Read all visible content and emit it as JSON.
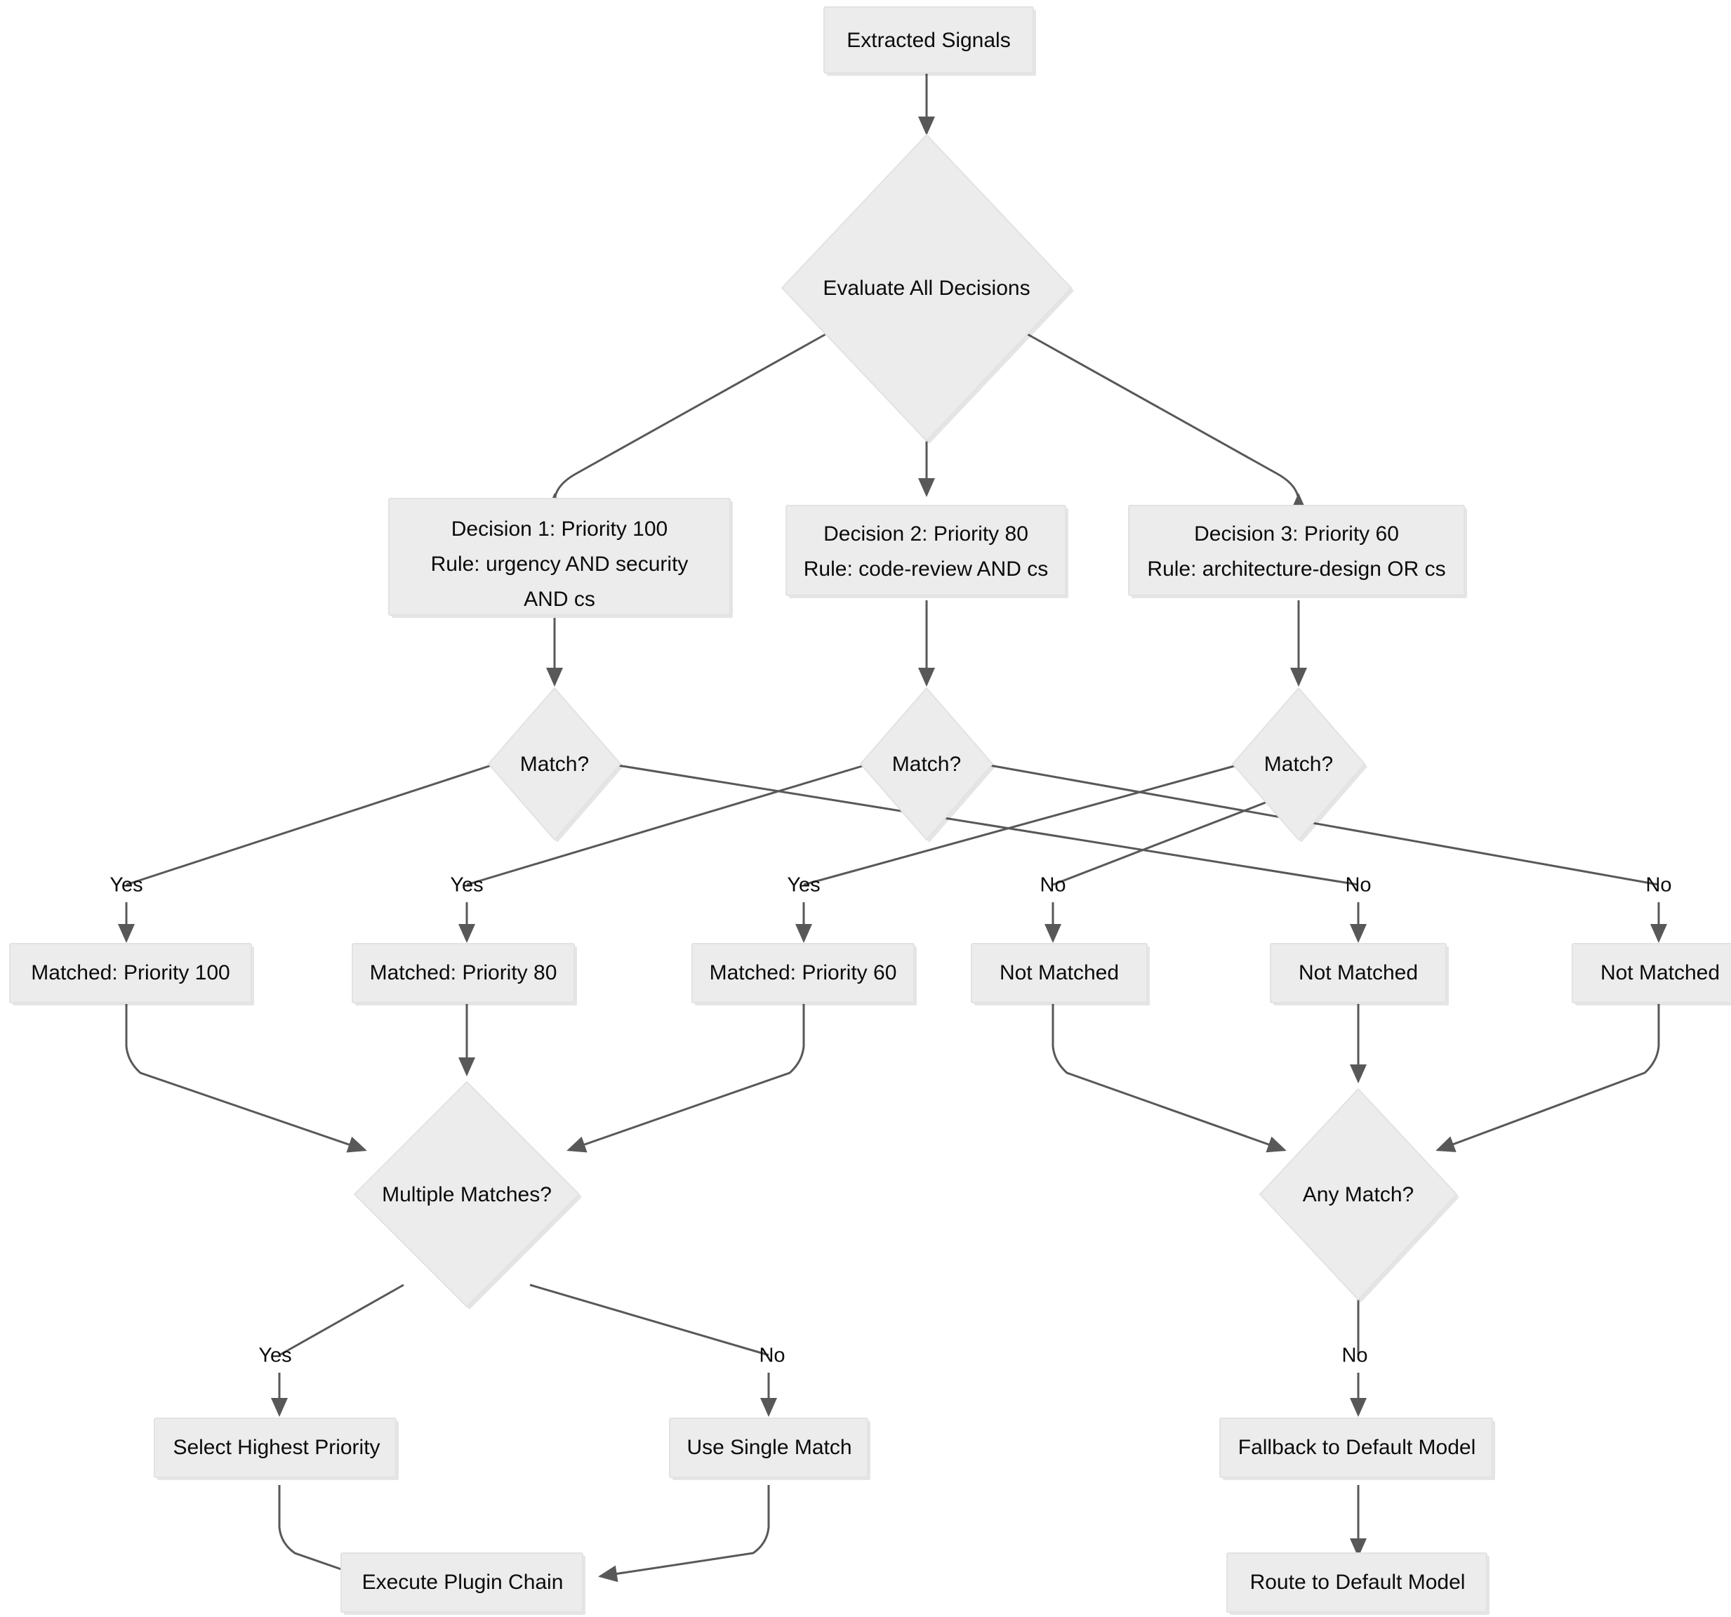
{
  "diagram": {
    "title": "Decision Evaluation and Routing Flowchart",
    "background_color": "#ffffff",
    "node_fill": "#ececec",
    "node_stroke": "#e2e2e2",
    "edge_color": "#585858",
    "text_color": "#0b0b0b"
  },
  "nodes": {
    "extracted_signals": {
      "label": "Extracted Signals",
      "shape": "rect"
    },
    "evaluate_all": {
      "label": "Evaluate All Decisions",
      "shape": "diamond"
    },
    "decision1_line1": {
      "label": "Decision 1: Priority 100"
    },
    "decision1_line2": {
      "label": "Rule: urgency AND security"
    },
    "decision1_line3": {
      "label": "AND cs"
    },
    "decision2_line1": {
      "label": "Decision 2: Priority 80"
    },
    "decision2_line2": {
      "label": "Rule: code-review AND cs"
    },
    "decision3_line1": {
      "label": "Decision 3: Priority 60"
    },
    "decision3_line2": {
      "label": "Rule: architecture-design OR cs"
    },
    "match1": {
      "label": "Match?",
      "shape": "diamond"
    },
    "match2": {
      "label": "Match?",
      "shape": "diamond"
    },
    "match3": {
      "label": "Match?",
      "shape": "diamond"
    },
    "matched100": {
      "label": "Matched: Priority 100",
      "shape": "rect"
    },
    "matched80": {
      "label": "Matched: Priority 80",
      "shape": "rect"
    },
    "matched60": {
      "label": "Matched: Priority 60",
      "shape": "rect"
    },
    "notmatched1": {
      "label": "Not Matched",
      "shape": "rect"
    },
    "notmatched2": {
      "label": "Not Matched",
      "shape": "rect"
    },
    "notmatched3": {
      "label": "Not Matched",
      "shape": "rect"
    },
    "multiple_matches": {
      "label": "Multiple Matches?",
      "shape": "diamond"
    },
    "any_match": {
      "label": "Any Match?",
      "shape": "diamond"
    },
    "select_highest": {
      "label": "Select Highest Priority",
      "shape": "rect"
    },
    "use_single": {
      "label": "Use Single Match",
      "shape": "rect"
    },
    "fallback_default": {
      "label": "Fallback to Default Model",
      "shape": "rect"
    },
    "execute_plugin": {
      "label": "Execute Plugin Chain",
      "shape": "rect"
    },
    "route_default": {
      "label": "Route to Default Model",
      "shape": "rect"
    }
  },
  "edge_labels": {
    "yes1": "Yes",
    "yes2": "Yes",
    "yes3": "Yes",
    "no1": "No",
    "no2": "No",
    "no3": "No",
    "multi_yes": "Yes",
    "multi_no": "No",
    "any_no": "No"
  },
  "chart_data": {
    "type": "flowchart",
    "direction": "top-down",
    "nodes": [
      {
        "id": "extracted_signals",
        "text": "Extracted Signals",
        "shape": "rect"
      },
      {
        "id": "evaluate_all",
        "text": "Evaluate All Decisions",
        "shape": "diamond"
      },
      {
        "id": "decision1",
        "text": "Decision 1: Priority 100 / Rule: urgency AND security AND cs",
        "shape": "rect"
      },
      {
        "id": "decision2",
        "text": "Decision 2: Priority 80 / Rule: code-review AND cs",
        "shape": "rect"
      },
      {
        "id": "decision3",
        "text": "Decision 3: Priority 60 / Rule: architecture-design OR cs",
        "shape": "rect"
      },
      {
        "id": "match1",
        "text": "Match?",
        "shape": "diamond"
      },
      {
        "id": "match2",
        "text": "Match?",
        "shape": "diamond"
      },
      {
        "id": "match3",
        "text": "Match?",
        "shape": "diamond"
      },
      {
        "id": "matched100",
        "text": "Matched: Priority 100",
        "shape": "rect"
      },
      {
        "id": "matched80",
        "text": "Matched: Priority 80",
        "shape": "rect"
      },
      {
        "id": "matched60",
        "text": "Matched: Priority 60",
        "shape": "rect"
      },
      {
        "id": "notmatched1",
        "text": "Not Matched",
        "shape": "rect"
      },
      {
        "id": "notmatched2",
        "text": "Not Matched",
        "shape": "rect"
      },
      {
        "id": "notmatched3",
        "text": "Not Matched",
        "shape": "rect"
      },
      {
        "id": "multiple_matches",
        "text": "Multiple Matches?",
        "shape": "diamond"
      },
      {
        "id": "any_match",
        "text": "Any Match?",
        "shape": "diamond"
      },
      {
        "id": "select_highest",
        "text": "Select Highest Priority",
        "shape": "rect"
      },
      {
        "id": "use_single",
        "text": "Use Single Match",
        "shape": "rect"
      },
      {
        "id": "fallback_default",
        "text": "Fallback to Default Model",
        "shape": "rect"
      },
      {
        "id": "execute_plugin",
        "text": "Execute Plugin Chain",
        "shape": "rect"
      },
      {
        "id": "route_default",
        "text": "Route to Default Model",
        "shape": "rect"
      }
    ],
    "edges": [
      {
        "from": "extracted_signals",
        "to": "evaluate_all",
        "label": ""
      },
      {
        "from": "evaluate_all",
        "to": "decision1",
        "label": ""
      },
      {
        "from": "evaluate_all",
        "to": "decision2",
        "label": ""
      },
      {
        "from": "evaluate_all",
        "to": "decision3",
        "label": ""
      },
      {
        "from": "decision1",
        "to": "match1",
        "label": ""
      },
      {
        "from": "decision2",
        "to": "match2",
        "label": ""
      },
      {
        "from": "decision3",
        "to": "match3",
        "label": ""
      },
      {
        "from": "match1",
        "to": "matched100",
        "label": "Yes"
      },
      {
        "from": "match1",
        "to": "notmatched2",
        "label": "No"
      },
      {
        "from": "match2",
        "to": "matched80",
        "label": "Yes"
      },
      {
        "from": "match2",
        "to": "notmatched3",
        "label": "No"
      },
      {
        "from": "match3",
        "to": "matched60",
        "label": "Yes"
      },
      {
        "from": "match3",
        "to": "notmatched1",
        "label": "No"
      },
      {
        "from": "matched100",
        "to": "multiple_matches",
        "label": ""
      },
      {
        "from": "matched80",
        "to": "multiple_matches",
        "label": ""
      },
      {
        "from": "matched60",
        "to": "multiple_matches",
        "label": ""
      },
      {
        "from": "notmatched1",
        "to": "any_match",
        "label": ""
      },
      {
        "from": "notmatched2",
        "to": "any_match",
        "label": ""
      },
      {
        "from": "notmatched3",
        "to": "any_match",
        "label": ""
      },
      {
        "from": "multiple_matches",
        "to": "select_highest",
        "label": "Yes"
      },
      {
        "from": "multiple_matches",
        "to": "use_single",
        "label": "No"
      },
      {
        "from": "any_match",
        "to": "fallback_default",
        "label": "No"
      },
      {
        "from": "select_highest",
        "to": "execute_plugin",
        "label": ""
      },
      {
        "from": "use_single",
        "to": "execute_plugin",
        "label": ""
      },
      {
        "from": "fallback_default",
        "to": "route_default",
        "label": ""
      }
    ]
  }
}
